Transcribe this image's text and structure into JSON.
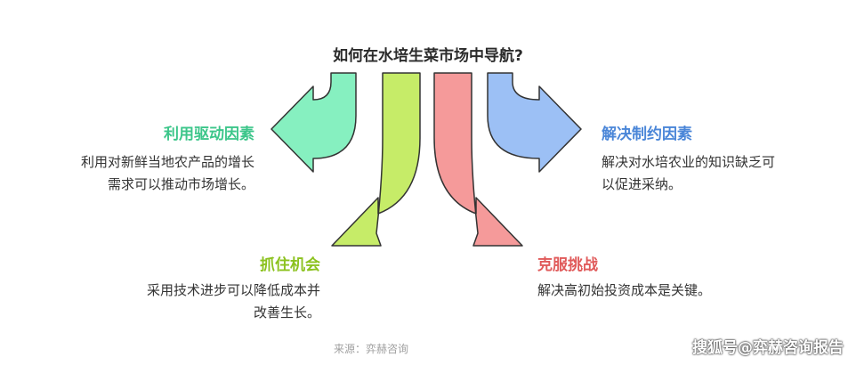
{
  "title": "如何在水培生菜市场中导航?",
  "branches": {
    "drivers": {
      "heading": "利用驱动因素",
      "desc_lines": [
        "利用对新鲜当地农产品的增长",
        "需求可以推动市场增长。"
      ],
      "color": "#3cc68a",
      "fill": "#86f0c0"
    },
    "constraints": {
      "heading": "解决制约因素",
      "desc_lines": [
        "解决对水培农业的知识缺乏可",
        "以促进采纳。"
      ],
      "color": "#4a86d8",
      "fill": "#9cc0f5"
    },
    "opportunities": {
      "heading": "抓住机会",
      "desc_lines": [
        "采用技术进步可以降低成本并",
        "改善生长。"
      ],
      "color": "#8cc21f",
      "fill": "#c6ec68"
    },
    "challenges": {
      "heading": "克服挑战",
      "desc_lines": [
        "解决高初始投资成本是关键。"
      ],
      "color": "#e05a5a",
      "fill": "#f59a9a"
    }
  },
  "source": "来源：弈赫咨询",
  "watermark": "搜狐号@弈赫咨询报告"
}
